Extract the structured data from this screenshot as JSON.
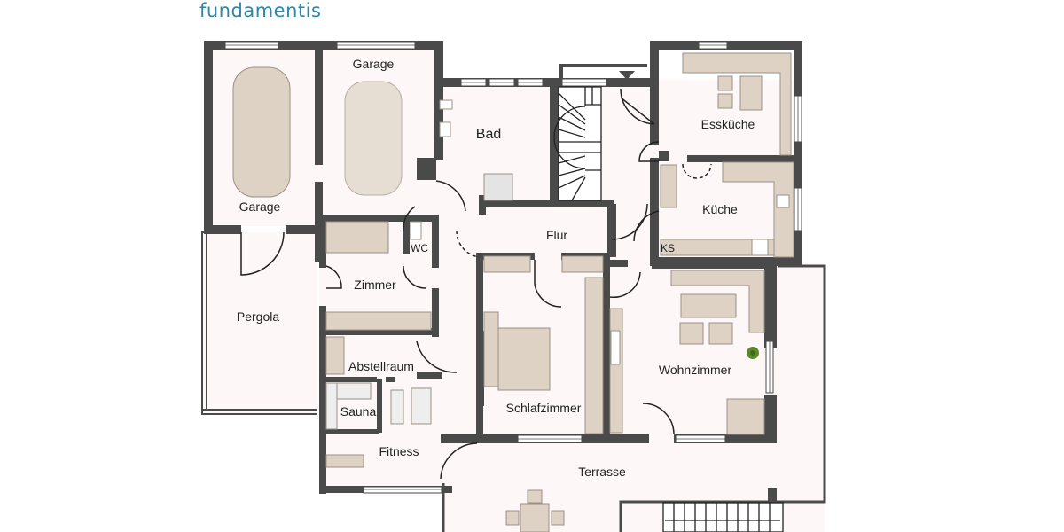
{
  "brand": {
    "logo_text": "fundamentis",
    "color": "#2f86a8"
  },
  "colors": {
    "wall": "#4a4a4a",
    "floor": "#fdf8f7",
    "furniture": "#ddd2c4",
    "furniture_edge": "#9b9084",
    "window": "#ffffff",
    "text": "#222222"
  },
  "rooms": [
    {
      "id": "garage-left",
      "label": "Garage"
    },
    {
      "id": "garage-right",
      "label": "Garage"
    },
    {
      "id": "bad",
      "label": "Bad"
    },
    {
      "id": "esskueche",
      "label": "Essküche"
    },
    {
      "id": "kueche",
      "label": "Küche"
    },
    {
      "id": "ks",
      "label": "KS"
    },
    {
      "id": "flur",
      "label": "Flur"
    },
    {
      "id": "wc",
      "label": "WC"
    },
    {
      "id": "zimmer",
      "label": "Zimmer"
    },
    {
      "id": "pergola",
      "label": "Pergola"
    },
    {
      "id": "abstellraum",
      "label": "Abstellraum"
    },
    {
      "id": "sauna",
      "label": "Sauna"
    },
    {
      "id": "fitness",
      "label": "Fitness"
    },
    {
      "id": "schlafzimmer",
      "label": "Schlafzimmer"
    },
    {
      "id": "wohnzimmer",
      "label": "Wohnzimmer"
    },
    {
      "id": "terrasse",
      "label": "Terrasse"
    }
  ]
}
